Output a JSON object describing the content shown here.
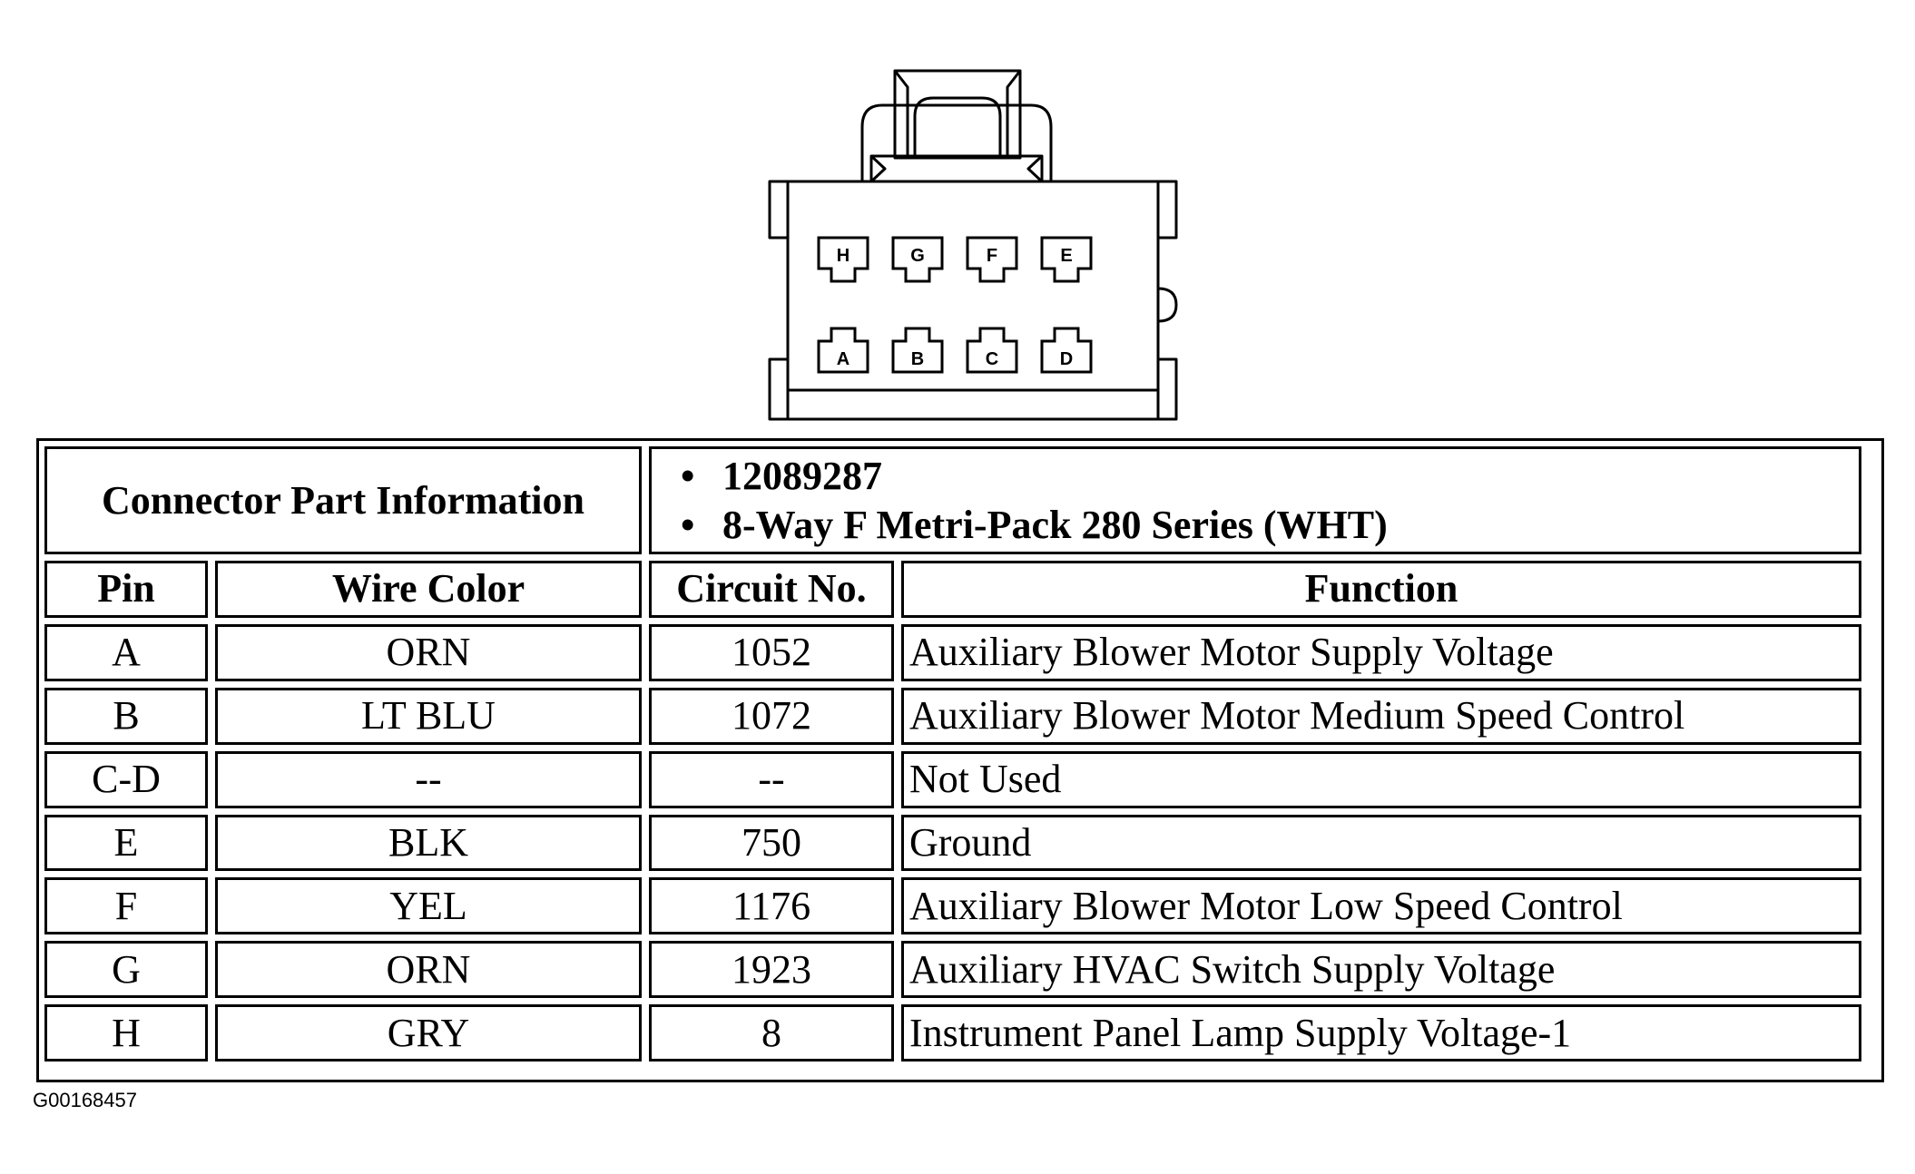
{
  "connector": {
    "pins_top": [
      "H",
      "G",
      "F",
      "E"
    ],
    "pins_bottom": [
      "A",
      "B",
      "C",
      "D"
    ]
  },
  "part_info": {
    "label": "Connector Part Information",
    "items": [
      "12089287",
      "8-Way F Metri-Pack 280 Series (WHT)"
    ]
  },
  "table": {
    "headers": {
      "pin": "Pin",
      "wire_color": "Wire Color",
      "circuit_no": "Circuit No.",
      "function": "Function"
    },
    "rows": [
      {
        "pin": "A",
        "wire_color": "ORN",
        "circuit_no": "1052",
        "function": "Auxiliary Blower Motor Supply Voltage"
      },
      {
        "pin": "B",
        "wire_color": "LT BLU",
        "circuit_no": "1072",
        "function": "Auxiliary Blower Motor Medium Speed Control"
      },
      {
        "pin": "C-D",
        "wire_color": "--",
        "circuit_no": "--",
        "function": "Not Used"
      },
      {
        "pin": "E",
        "wire_color": "BLK",
        "circuit_no": "750",
        "function": "Ground"
      },
      {
        "pin": "F",
        "wire_color": "YEL",
        "circuit_no": "1176",
        "function": "Auxiliary Blower Motor Low Speed Control"
      },
      {
        "pin": "G",
        "wire_color": "ORN",
        "circuit_no": "1923",
        "function": "Auxiliary HVAC Switch Supply Voltage"
      },
      {
        "pin": "H",
        "wire_color": "GRY",
        "circuit_no": "8",
        "function": "Instrument Panel Lamp Supply Voltage-1"
      }
    ]
  },
  "figure_id": "G00168457"
}
